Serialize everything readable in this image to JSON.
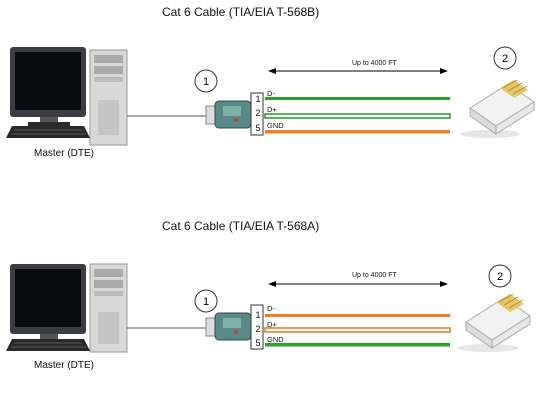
{
  "panels": [
    {
      "title": "Cat 6 Cable (TIA/EIA T-568B)",
      "computer_label": "Master (DTE)",
      "converter_marker": "1",
      "device_marker": "2",
      "distance_label": "Up to 4000 FT",
      "terminals": [
        {
          "pin": "1",
          "signal": "D-",
          "wire_color": "#2e9e33",
          "striped": false
        },
        {
          "pin": "2",
          "signal": "D+",
          "wire_color": "#2e9e33",
          "striped": true
        },
        {
          "pin": "5",
          "signal": "GND",
          "wire_color": "#ef7d21",
          "striped": false
        }
      ]
    },
    {
      "title": "Cat 6 Cable (TIA/EIA T-568A)",
      "computer_label": "Master (DTE)",
      "converter_marker": "1",
      "device_marker": "2",
      "distance_label": "Up to 4000 FT",
      "terminals": [
        {
          "pin": "1",
          "signal": "D-",
          "wire_color": "#ef7d21",
          "striped": false
        },
        {
          "pin": "2",
          "signal": "D+",
          "wire_color": "#ef7d21",
          "striped": true
        },
        {
          "pin": "5",
          "signal": "GND",
          "wire_color": "#2e9e33",
          "striped": false
        }
      ]
    }
  ]
}
